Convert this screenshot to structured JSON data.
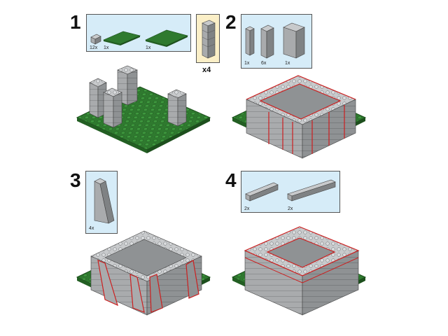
{
  "steps": [
    {
      "number": "1",
      "parts": [
        "12x",
        "1x",
        "1x"
      ],
      "subassembly_multiplier": "x4"
    },
    {
      "number": "2",
      "parts": [
        "1x",
        "6x",
        "1x"
      ]
    },
    {
      "number": "3",
      "parts": [
        "4x"
      ]
    },
    {
      "number": "4",
      "parts": [
        "2x",
        "2x"
      ]
    }
  ],
  "colors": {
    "baseplate": "#2f7a2f",
    "stud": "#3f9a3f",
    "stone": "#a9abad",
    "stone_light": "#c8cacc",
    "stone_dark": "#7f8284",
    "highlight": "#cc1f1f",
    "callout_bg": "#d6ecf8"
  }
}
